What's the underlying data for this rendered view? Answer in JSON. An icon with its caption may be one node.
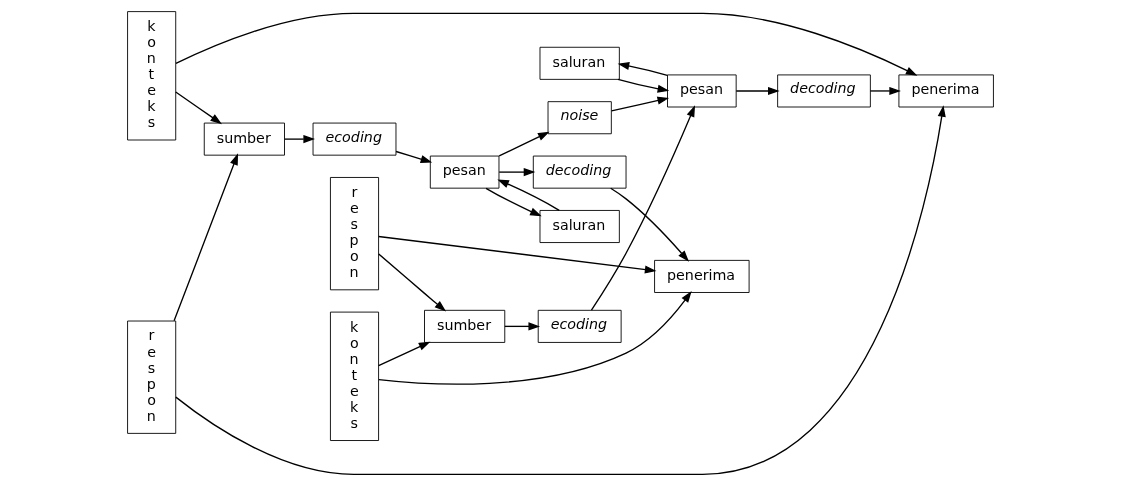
{
  "diagram": {
    "nodes": [
      {
        "text": [
          "saluran"
        ]
      },
      {
        "text": [
          "respon"
        ]
      },
      {
        "text": [
          "konteks"
        ]
      },
      {
        "text": [
          "sumber"
        ]
      },
      {
        "text": [
          "ecoding"
        ]
      },
      {
        "text": [
          "pesan"
        ]
      },
      {
        "text": [
          "decoding"
        ]
      },
      {
        "text": [
          "penerima"
        ]
      },
      {
        "text": [
          "konteks"
        ]
      },
      {
        "text": [
          "respon"
        ]
      },
      {
        "text": [
          "noise"
        ]
      },
      {
        "text": [
          "penerima"
        ]
      },
      {
        "text": [
          "decoding"
        ]
      },
      {
        "text": [
          "pesan"
        ]
      },
      {
        "text": [
          "ecoding"
        ]
      },
      {
        "text": [
          "sumber"
        ]
      },
      {
        "text": [
          "saluran"
        ]
      }
    ],
    "edges": [
      {
        "from": 1,
        "to": 3,
        "arrow": "to"
      },
      {
        "from": 2,
        "to": 3,
        "arrow": "to"
      },
      {
        "from": 3,
        "to": 4,
        "arrow": "to"
      },
      {
        "from": 4,
        "to": 5,
        "arrow": "to"
      },
      {
        "from": 5,
        "to": 0,
        "arrow": "to"
      },
      {
        "from": 0,
        "to": 5,
        "arrow": "to"
      },
      {
        "from": 5,
        "to": 6,
        "arrow": "to"
      },
      {
        "from": 6,
        "to": 7,
        "arrow": "to"
      },
      {
        "from": 9,
        "to": 7,
        "arrow": "to"
      },
      {
        "from": 8,
        "to": 7,
        "arrow": "to"
      },
      {
        "from": 10,
        "to": 5,
        "arrow": "to"
      },
      {
        "from": 13,
        "to": 10,
        "arrow": "to"
      },
      {
        "from": 8,
        "to": 15,
        "arrow": "to"
      },
      {
        "from": 9,
        "to": 15,
        "arrow": "to"
      },
      {
        "from": 15,
        "to": 14,
        "arrow": "to"
      },
      {
        "from": 14,
        "to": 13,
        "arrow": "to"
      },
      {
        "from": 13,
        "to": 12,
        "arrow": "to"
      },
      {
        "from": 12,
        "to": 11,
        "arrow": "to"
      },
      {
        "from": 16,
        "to": 13,
        "arrow": "to"
      },
      {
        "from": 13,
        "to": 16,
        "arrow": "to"
      },
      {
        "from": 2,
        "to": 11,
        "arrow": "to"
      },
      {
        "from": 1,
        "to": 11,
        "arrow": "to"
      }
    ]
  }
}
